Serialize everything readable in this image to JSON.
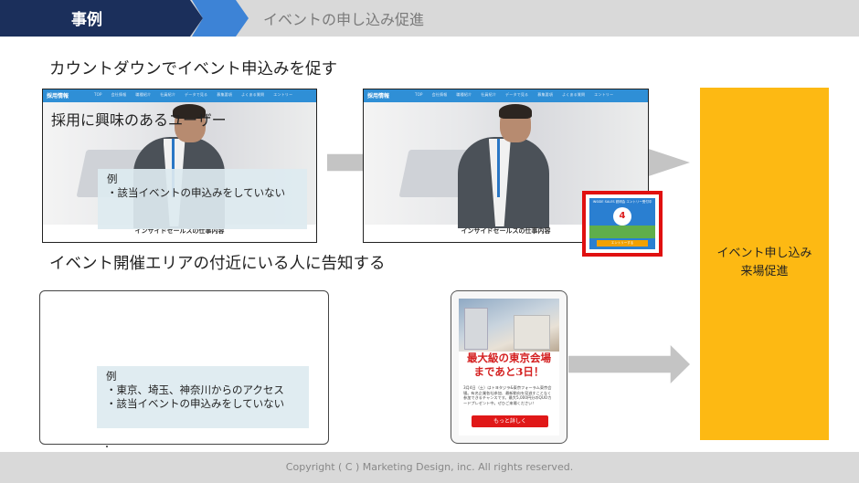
{
  "header": {
    "badge": "事例",
    "subject": "イベントの申し込み促進"
  },
  "sections": [
    {
      "title": "カウントダウンでイベント申込みを促す",
      "target": "採用に興味のあるユーザー",
      "note_label": "例",
      "note_lines": [
        "・該当イベントの申込みをしていない"
      ]
    },
    {
      "title": "イベント開催エリアの付近にいる人に告知する",
      "note_label": "例",
      "note_lines": [
        "・東京、埼玉、神奈川からのアクセス",
        "・該当イベントの申込みをしていない"
      ]
    }
  ],
  "website_mock": {
    "logo": "採用情報",
    "nav_items": [
      "TOP",
      "会社情報",
      "職種紹介",
      "社員紹介",
      "データで見る",
      "募集要項",
      "よくある質問",
      "エントリー"
    ],
    "caption": "インサイドセールスの仕事内容",
    "banner": {
      "heading": "INSIDE SALES 説明会 エントリー受付中",
      "count": "4",
      "button": "エントリーする"
    }
  },
  "tablet_ad": {
    "headline_lines": [
      "最大級の東京会場",
      "まであと3日！"
    ],
    "body": "3月4日（土）はトヨタジラ&東京フォーラム東京会場。有名企業各社参加、最新動向を見逃すことなく参加できるチャンスです。最大5,000円分のQUOカードプレゼント中。ぜひご来場ください！",
    "cta": "もっと詳しく"
  },
  "result": {
    "lines": [
      "イベント申し込み",
      "来場促進"
    ]
  },
  "footer": {
    "copyright": "Copyright ( C ) Marketing Design, inc. All rights reserved."
  },
  "colors": {
    "badge_navy": "#1b2f5b",
    "accent_blue": "#3d83d6",
    "result_yellow": "#fdb913",
    "highlight_red": "#e01010",
    "arrow_gray": "#c4c4c4"
  }
}
